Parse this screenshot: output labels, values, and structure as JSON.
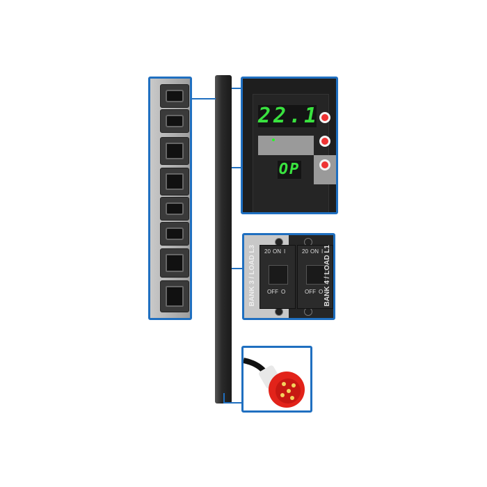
{
  "display": {
    "reading": "22.1",
    "mode": "OP"
  },
  "breakers": {
    "left_bank_label": "BANK 3 / LOAD L3",
    "right_bank_label": "BANK 4 / LOAD L1",
    "rating": "20",
    "on_label": "ON",
    "on_symbol": "I",
    "off_label": "OFF",
    "off_symbol": "O"
  },
  "colors": {
    "accent": "#1f6fc0",
    "display_green": "#39e23f",
    "plug_red": "#e2231a"
  }
}
